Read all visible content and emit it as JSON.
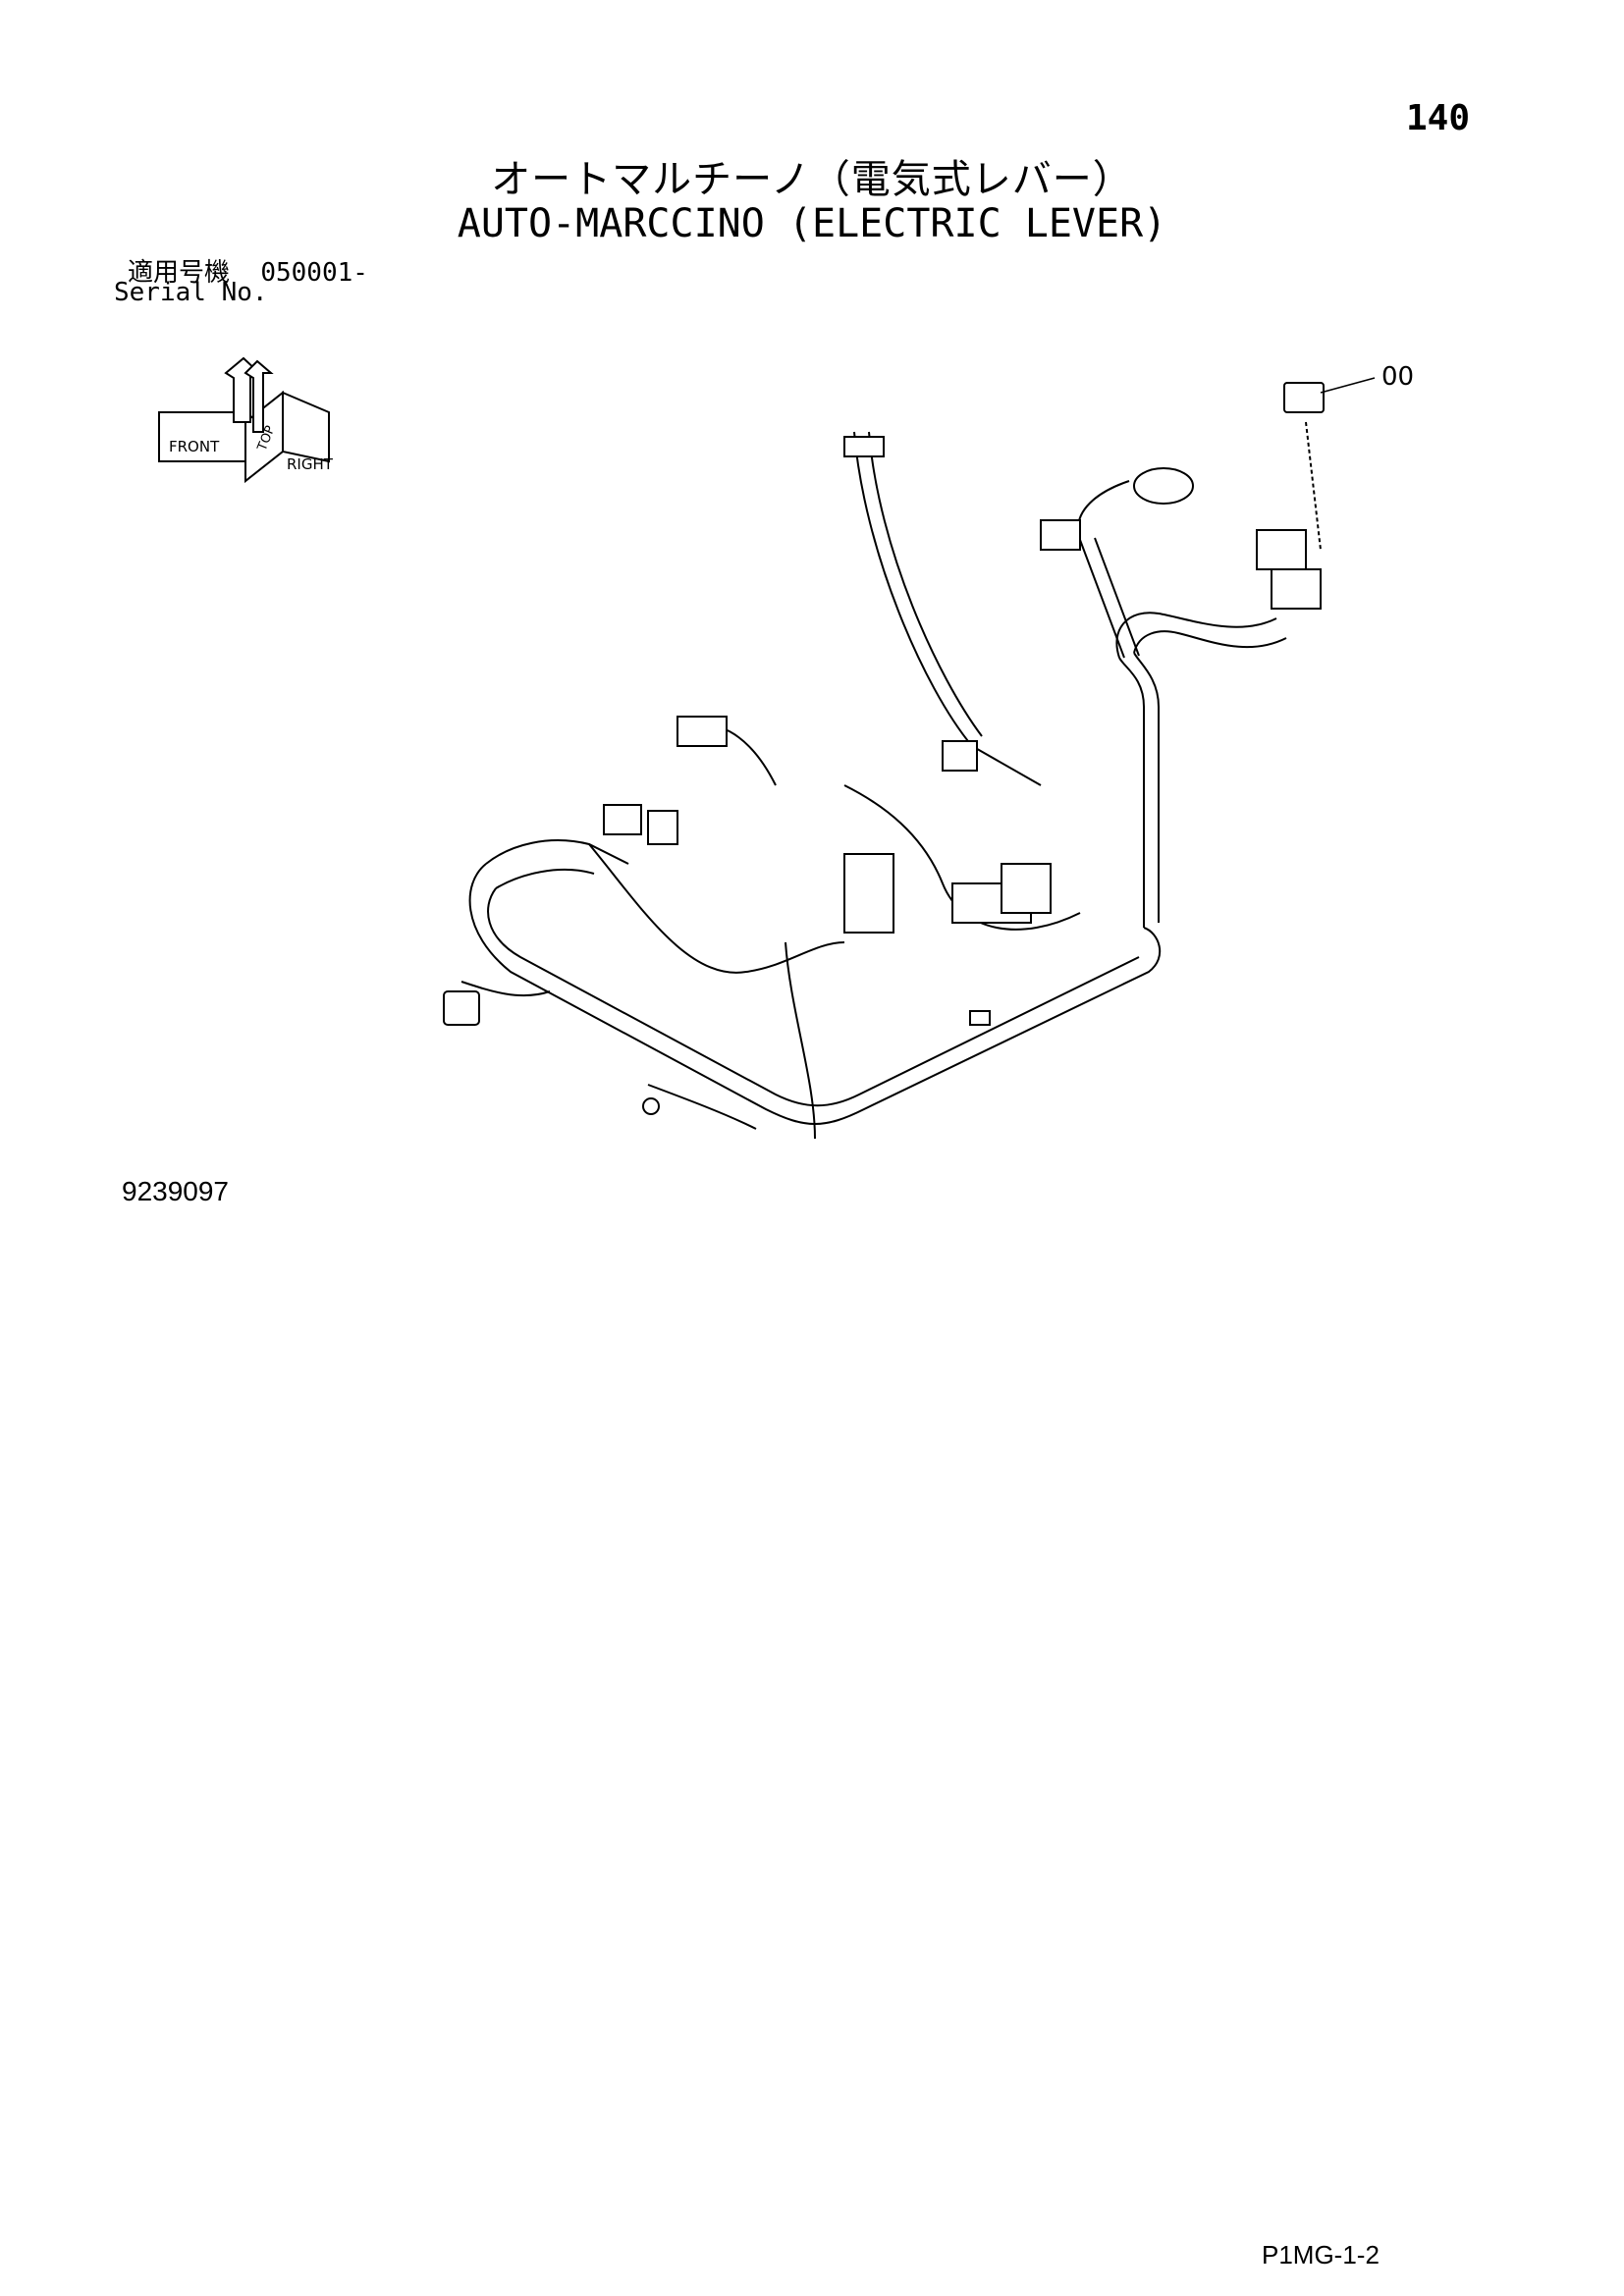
{
  "page_number": "140",
  "title_jp": "オートマルチーノ（電気式レバー）",
  "title_en": "AUTO-MARCCINO (ELECTRIC LEVER)",
  "serial": {
    "label_jp": "適用号機",
    "value": "050001-",
    "label_en": "Serial No."
  },
  "orientation": {
    "front": "FRONT",
    "right": "RIGHT",
    "top": "TOP"
  },
  "callout_label": "00",
  "drawing_number": "9239097",
  "sheet_code": "P1MG-1-2"
}
